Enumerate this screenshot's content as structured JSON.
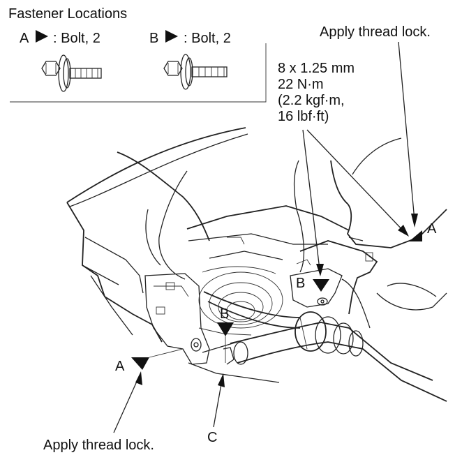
{
  "legend": {
    "title": "Fastener Locations",
    "items": [
      {
        "letter": "A",
        "text": ": Bolt, 2"
      },
      {
        "letter": "B",
        "text": ": Bolt, 2"
      }
    ]
  },
  "torque": {
    "lines": [
      "8 x 1.25 mm",
      "22 N·m",
      "(2.2 kgf·m,",
      "16 lbf·ft)"
    ]
  },
  "callouts": {
    "thread_lock_top": "Apply thread lock.",
    "thread_lock_bottom": "Apply thread lock.",
    "a_right": "A",
    "a_left": "A",
    "b_right": "B",
    "b_center": "B",
    "c_label": "C"
  },
  "colors": {
    "ink": "#111111",
    "line": "#222222"
  }
}
